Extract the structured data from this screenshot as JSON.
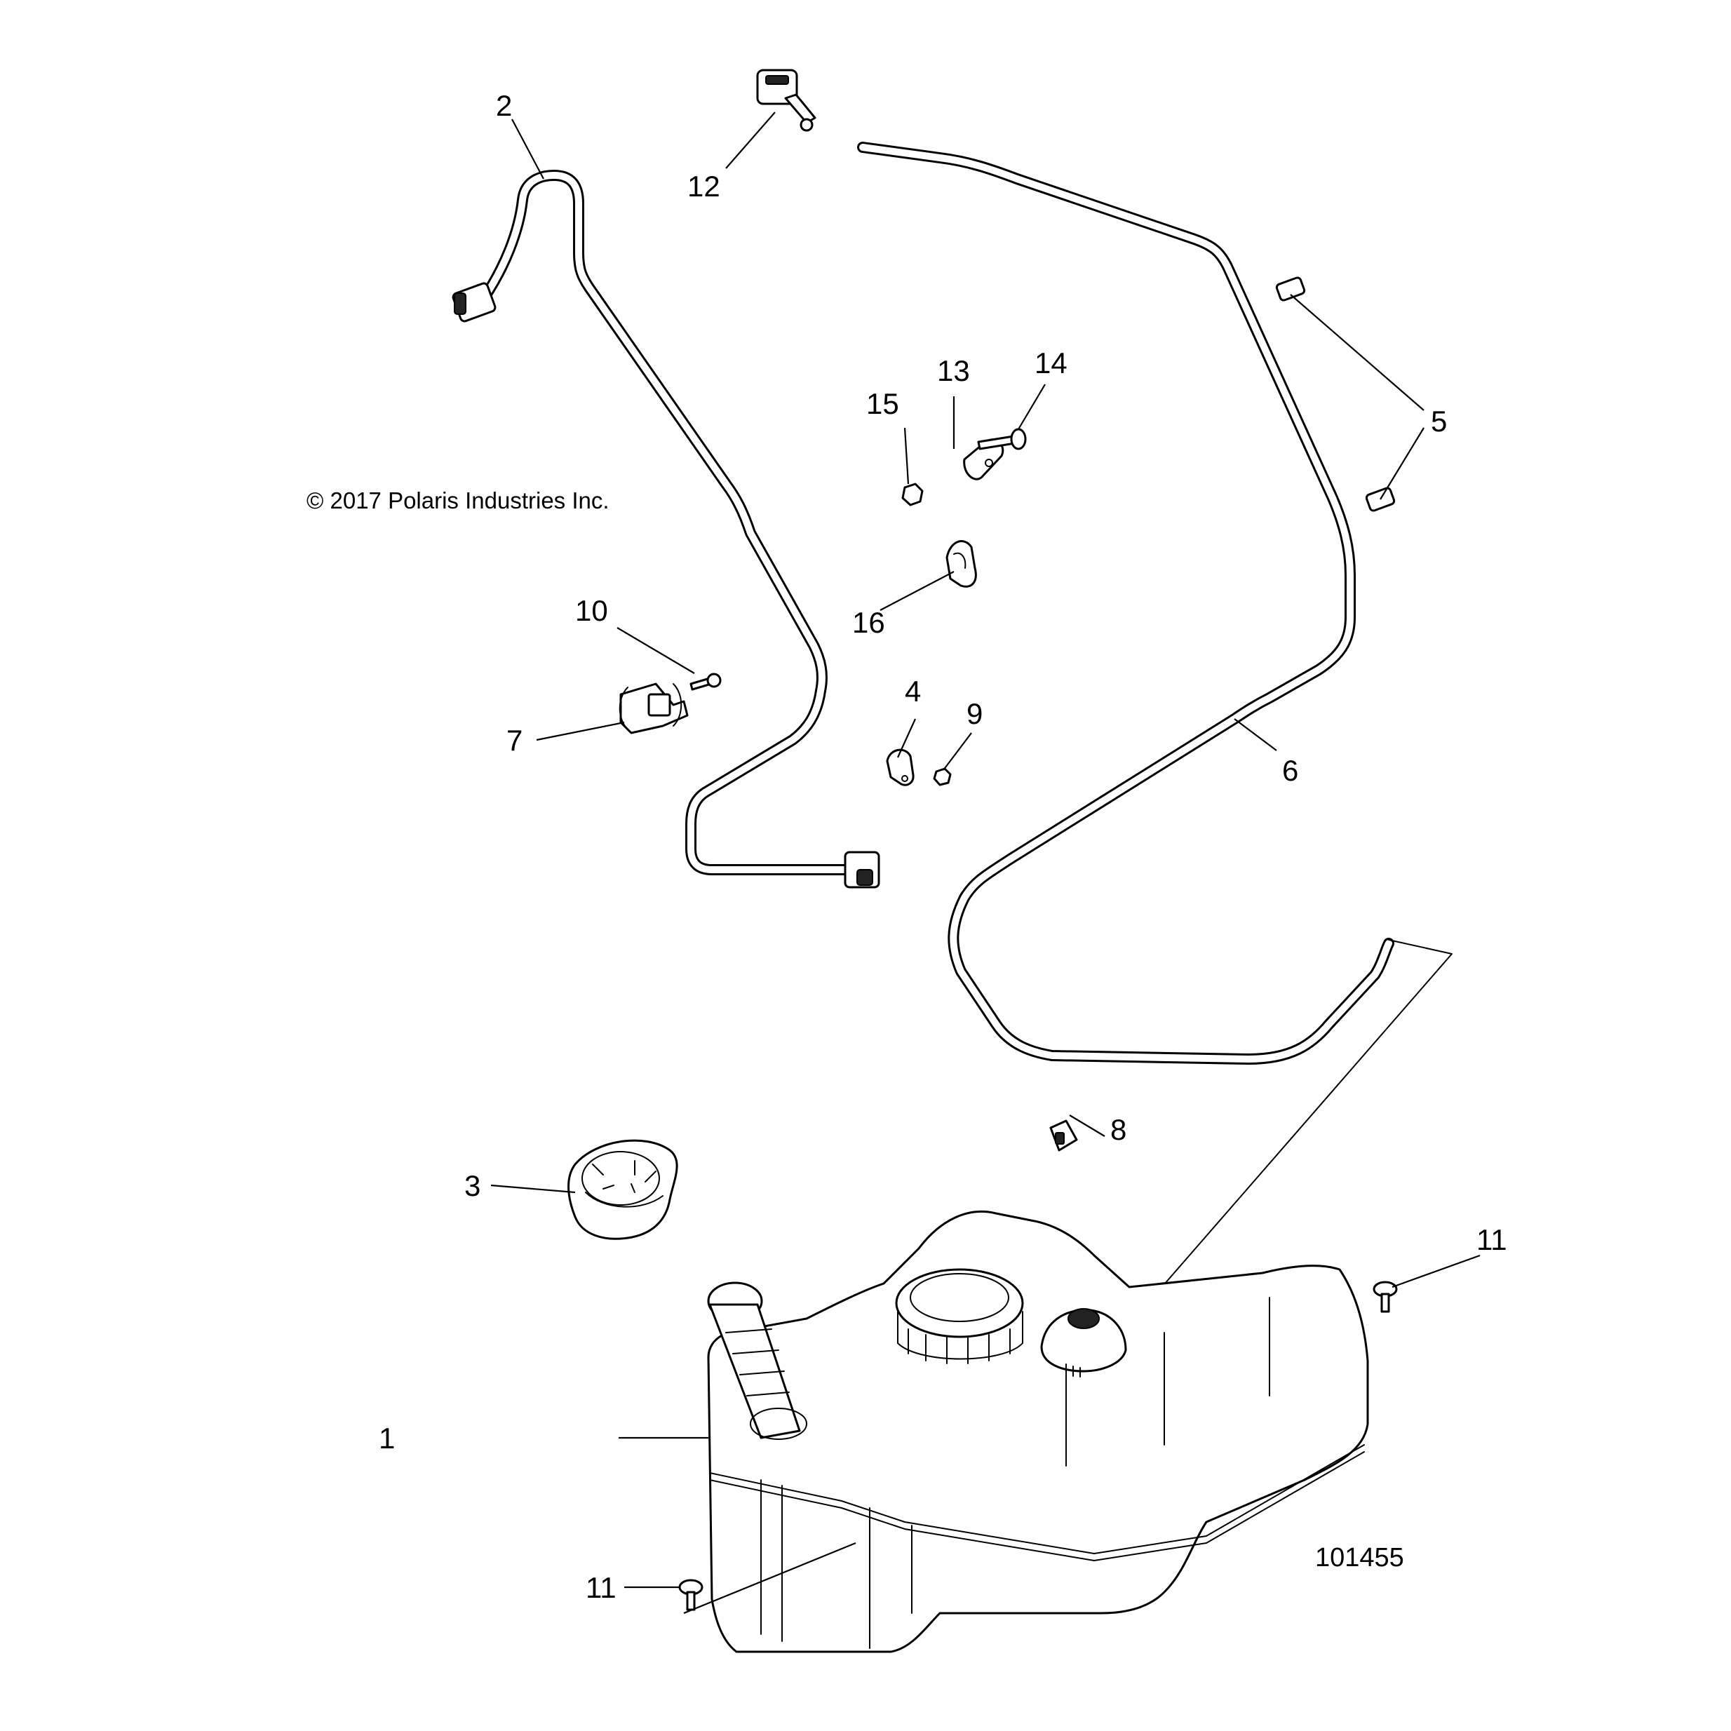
{
  "diagram": {
    "copyright": "© 2017 Polaris Industries Inc.",
    "figure_number": "101455",
    "callouts": [
      {
        "id": "1",
        "label": "1",
        "part": "fuel tank"
      },
      {
        "id": "2",
        "label": "2",
        "part": "vent hose with connector"
      },
      {
        "id": "3",
        "label": "3",
        "part": "fuel cap"
      },
      {
        "id": "4",
        "label": "4",
        "part": "p-clamp"
      },
      {
        "id": "5",
        "label": "5",
        "part": "hose clip"
      },
      {
        "id": "6",
        "label": "6",
        "part": "vent line"
      },
      {
        "id": "7",
        "label": "7",
        "part": "hose bracket"
      },
      {
        "id": "8",
        "label": "8",
        "part": "hose clip"
      },
      {
        "id": "9",
        "label": "9",
        "part": "nut"
      },
      {
        "id": "10",
        "label": "10",
        "part": "screw"
      },
      {
        "id": "11a",
        "label": "11",
        "part": "push rivet"
      },
      {
        "id": "11b",
        "label": "11",
        "part": "push rivet"
      },
      {
        "id": "12",
        "label": "12",
        "part": "quick connector"
      },
      {
        "id": "13",
        "label": "13",
        "part": "clamp"
      },
      {
        "id": "14",
        "label": "14",
        "part": "bolt"
      },
      {
        "id": "15",
        "label": "15",
        "part": "nut"
      },
      {
        "id": "16",
        "label": "16",
        "part": "clip"
      }
    ]
  }
}
